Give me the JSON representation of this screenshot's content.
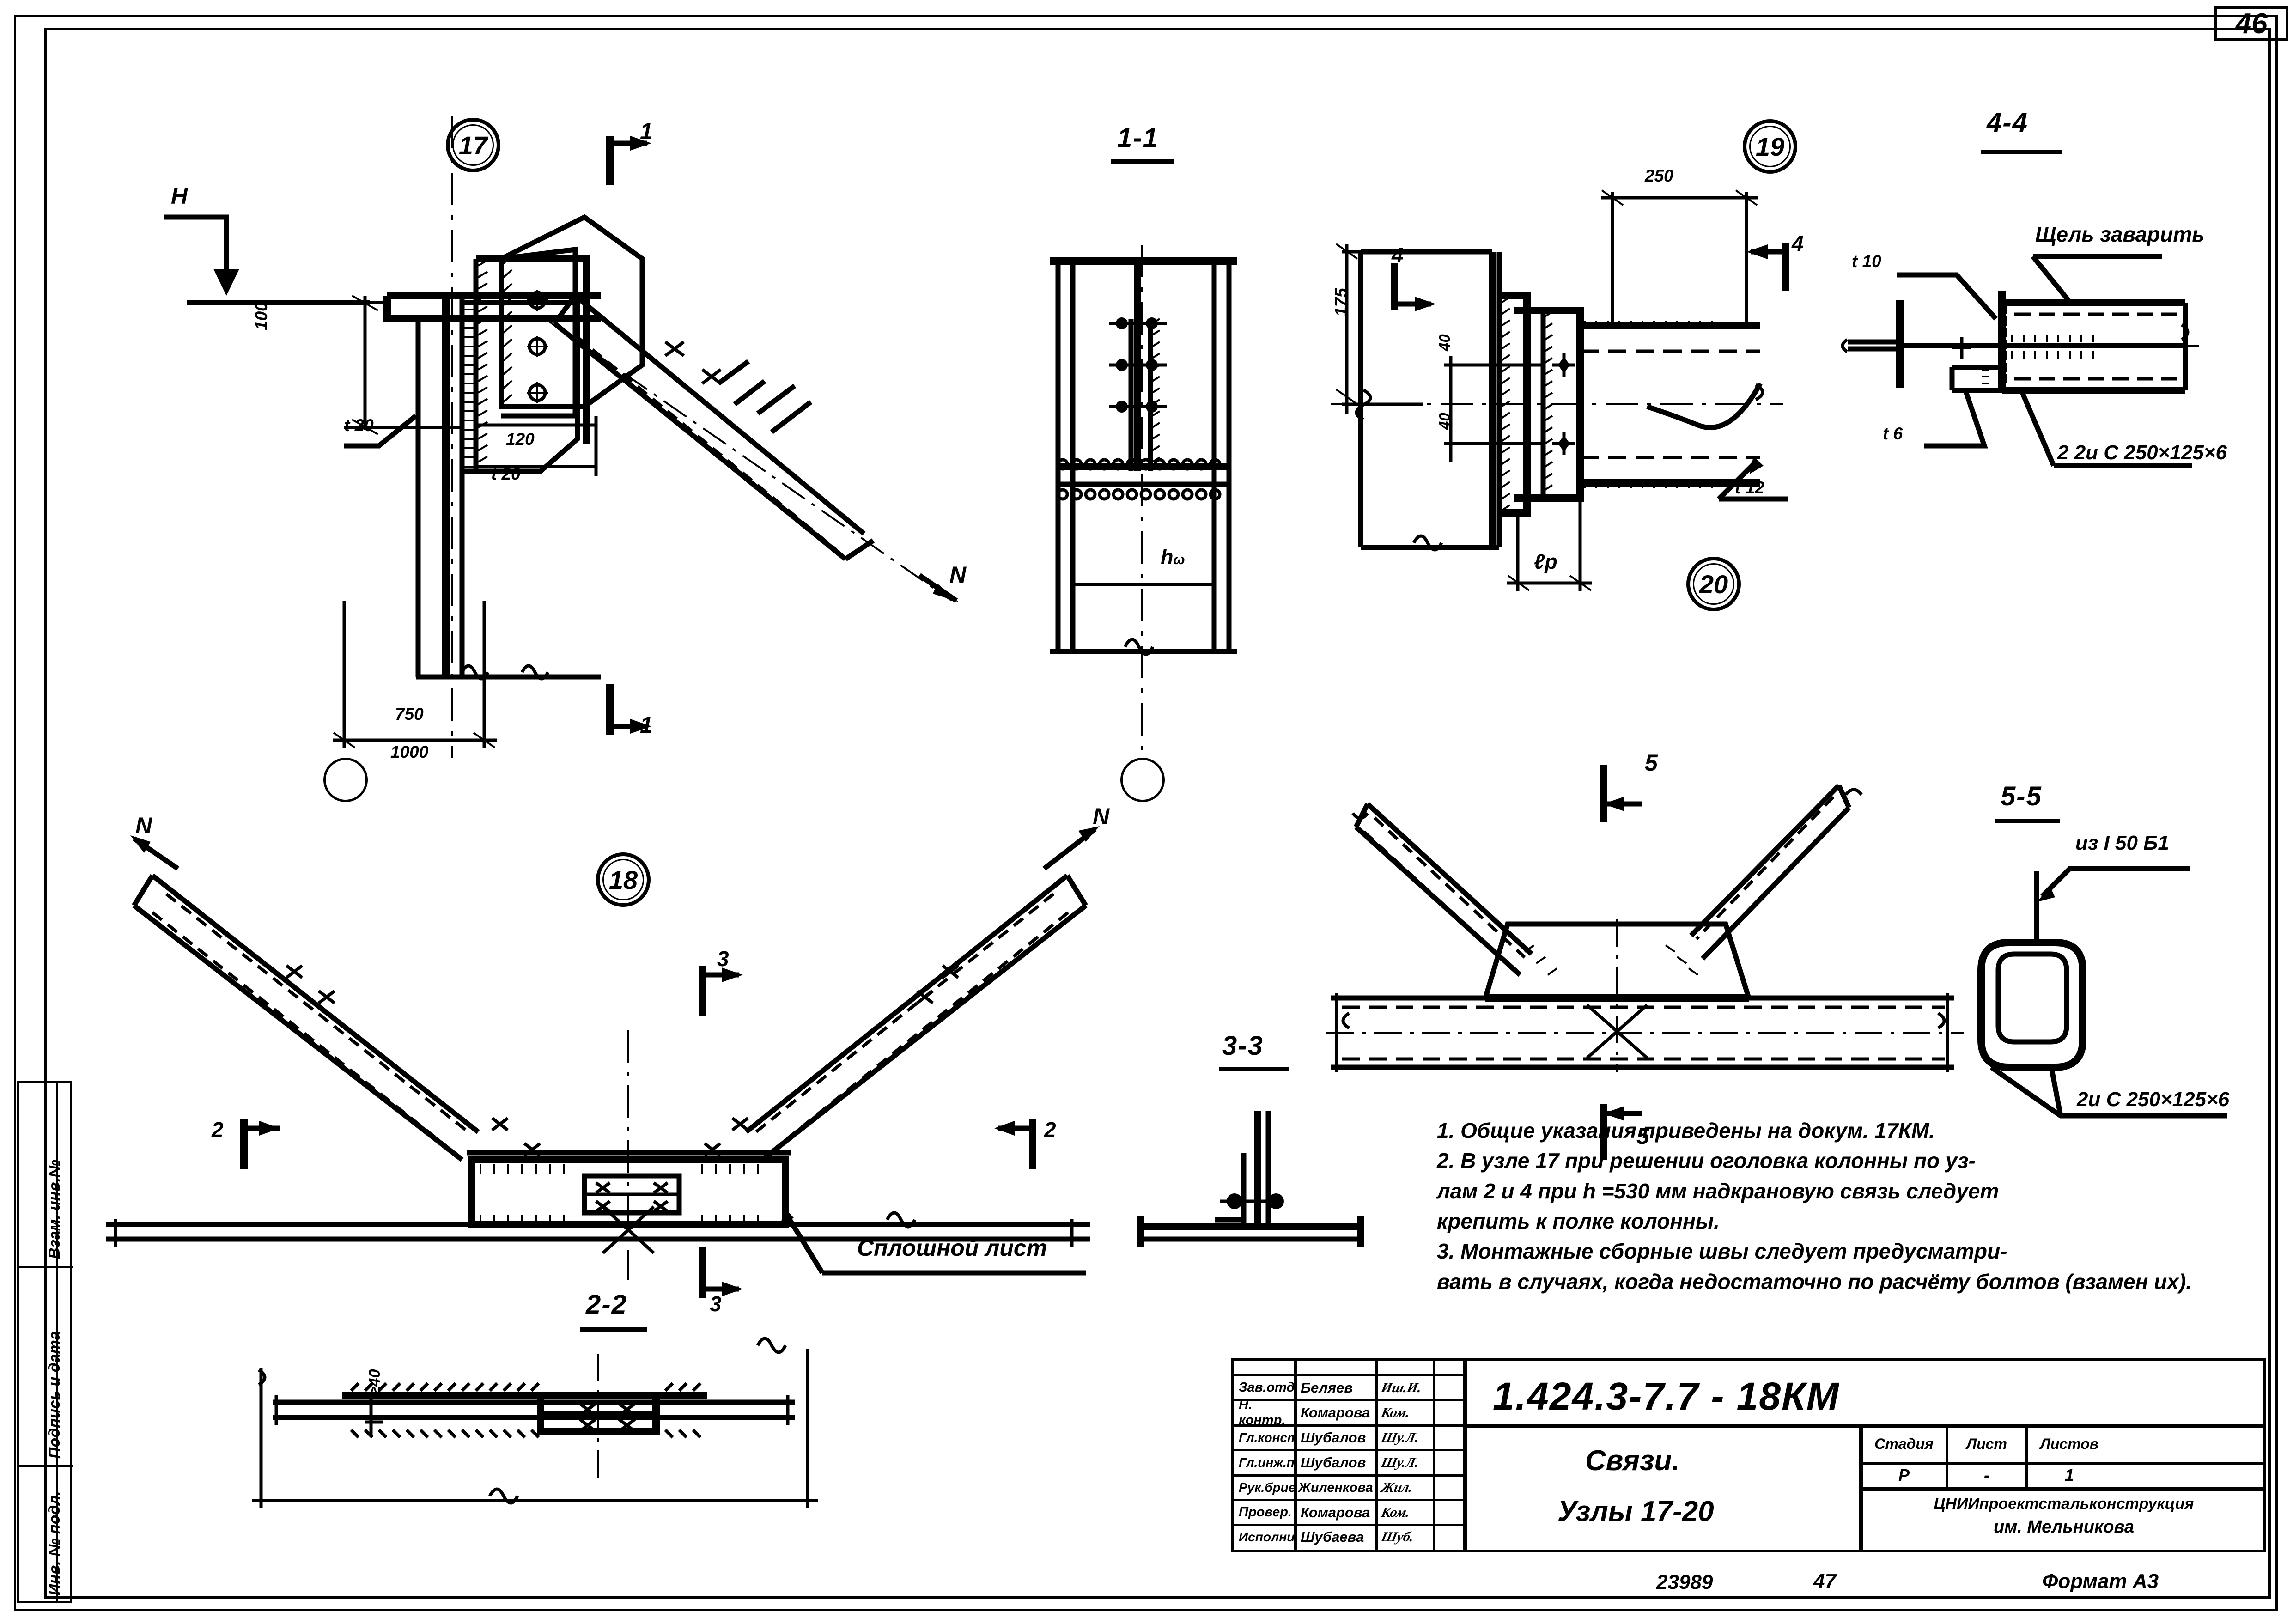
{
  "sheet": {
    "page_number": "46",
    "format_note": "Формат А3",
    "footer_code": "23989",
    "footer_num": "47"
  },
  "left_margin": {
    "cells": [
      {
        "label": "Взам. инв.№"
      },
      {
        "label": "Подпись и дата"
      },
      {
        "label": "Инв. № подл."
      }
    ]
  },
  "nodes": {
    "n17": "17",
    "n18": "18",
    "n19": "19",
    "n20": "20"
  },
  "sections": {
    "s11": "1-1",
    "s22": "2-2",
    "s33": "3-3",
    "s44": "4-4",
    "s55": "5-5"
  },
  "node17": {
    "marker_H": "Н",
    "marker_N": "N",
    "cut_1_top": "1",
    "cut_1_bottom": "1",
    "dim_100": "100",
    "dim_120": "120",
    "dim_750": "750",
    "dim_1000": "1000",
    "plate_t20_left": "t 20",
    "plate_t20_right": "t 20"
  },
  "node18": {
    "marker_N_left": "N",
    "marker_N_right": "N",
    "cut_2_left": "2",
    "cut_2_right": "2",
    "cut_3_top": "3",
    "cut_3_bottom": "3",
    "sheet_label": "Сплошной лист"
  },
  "node19": {
    "dim_175": "175",
    "dim_40_a": "40",
    "dim_40_b": "40",
    "dim_250": "250",
    "dim_lr": "ℓр",
    "cut_4_left": "4",
    "cut_4_right": "4",
    "plate_t12": "t 12"
  },
  "node20": {
    "cut_5_top": "5",
    "cut_5_bottom": "5"
  },
  "section11": {
    "dim_hw": "h"
  },
  "section22": {
    "dim_ge40": "≥40"
  },
  "section44": {
    "plate_t10": "t 10",
    "plate_t6": "t 6",
    "gap_note": "Щель заварить",
    "profile": "2 2и С 250×125×6"
  },
  "section55": {
    "from_profile": "из I 50 Б1",
    "profile": "2и С 250×125×6"
  },
  "notes": [
    "1. Общие указания приведены на докум. 17КМ.",
    "2. В узле 17 при решении оголовка колонны по уз-",
    "лам 2 и 4 при h  =530 мм надкрановую связь следует",
    "крепить  к полке колонны.",
    "3. Монтажные сборные швы следует предусматри-",
    "вать в случаях, когда недостаточно по расчёту болтов (взамен их)."
  ],
  "title_block": {
    "rows": [
      {
        "role": "Зав.отд.",
        "name": "Беляев",
        "sign": "Иш.И."
      },
      {
        "role": "Н. контр.",
        "name": "Комарова",
        "sign": "Ком."
      },
      {
        "role": "Гл.констр.",
        "name": "Шубалов",
        "sign": "Шу.Л."
      },
      {
        "role": "Гл.инж.пр.",
        "name": "Шубалов",
        "sign": "Шу.Л."
      },
      {
        "role": "Рук.брие.",
        "name": "Жиленкова",
        "sign": "Жил."
      },
      {
        "role": "Провер.",
        "name": "Комарова",
        "sign": "Ком."
      },
      {
        "role": "Исполнил",
        "name": "Шубаева",
        "sign": "Шуб."
      }
    ],
    "code": "1.424.3-7.7 - 18КМ",
    "title_line1": "Связи.",
    "title_line2": "Узлы 17-20",
    "stage_header": "Стадия",
    "sheet_header": "Лист",
    "sheets_header": "Листов",
    "stage_value": "Р",
    "sheet_value": "-",
    "sheets_value": "1",
    "org_line1": "ЦНИИпроектстальконструкция",
    "org_line2": "им. Мельникова"
  }
}
